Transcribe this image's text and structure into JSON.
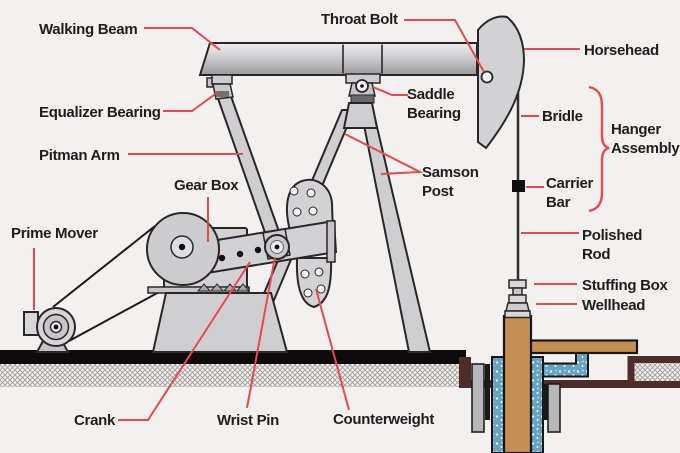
{
  "diagram": {
    "labels": [
      {
        "id": "walking-beam",
        "text": "Walking Beam"
      },
      {
        "id": "throat-bolt",
        "text": "Throat Bolt"
      },
      {
        "id": "horsehead",
        "text": "Horsehead"
      },
      {
        "id": "equalizer-bearing",
        "text": "Equalizer Bearing"
      },
      {
        "id": "saddle-bearing",
        "text": "Saddle\nBearing"
      },
      {
        "id": "pitman-arm",
        "text": "Pitman Arm"
      },
      {
        "id": "samson-post",
        "text": "Samson\nPost"
      },
      {
        "id": "bridle",
        "text": "Bridle"
      },
      {
        "id": "hanger-assembly",
        "text": "Hanger\nAssembly"
      },
      {
        "id": "carrier-bar",
        "text": "Carrier\nBar"
      },
      {
        "id": "gear-box",
        "text": "Gear Box"
      },
      {
        "id": "prime-mover",
        "text": "Prime Mover"
      },
      {
        "id": "polished-rod",
        "text": "Polished\nRod"
      },
      {
        "id": "stuffing-box",
        "text": "Stuffing Box"
      },
      {
        "id": "wellhead",
        "text": "Wellhead"
      },
      {
        "id": "crank",
        "text": "Crank"
      },
      {
        "id": "wrist-pin",
        "text": "Wrist Pin"
      },
      {
        "id": "counterweight",
        "text": "Counterweight"
      }
    ],
    "colors": {
      "background": "#f2f1f0",
      "leader_red": "#e8494e",
      "outline_black": "#2a2627",
      "machine_gray": "#d2d2d4",
      "pipe_tan": "#c58e53",
      "casing_blue": "#67a3c3",
      "soil_maroon": "#4e2c2a",
      "ground_black": "#0d0b0b"
    }
  }
}
